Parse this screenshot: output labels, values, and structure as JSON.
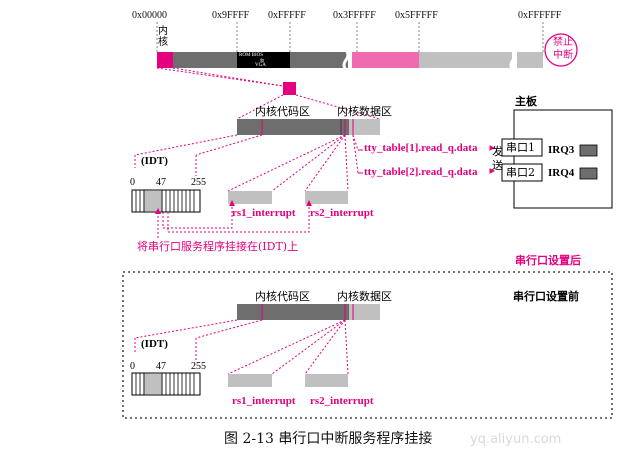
{
  "memory_bar": {
    "addresses": [
      "0x00000",
      "0x9FFFF",
      "0xFFFFF",
      "0x3FFFFF",
      "0x5FFFFF",
      "0xFFFFFF"
    ],
    "kernel_label": "内核",
    "rom_label": "ROM BIOS\n和\nVGA",
    "rom_line1": "ROM BIOS",
    "rom_line2": "和",
    "rom_line3": "VGA",
    "no_interrupt_badge_line1": "禁止",
    "no_interrupt_badge_line2": "中断"
  },
  "after": {
    "kernel_code_label": "内核代码区",
    "kernel_data_label": "内核数据区",
    "idt_label": "(IDT)",
    "idt_idx_0": "0",
    "idt_idx_47": "47",
    "idt_idx_255": "255",
    "rs1_label": "rs1_interrupt",
    "rs2_label": "rs2_interrupt",
    "tty1_label": "tty_table[1].read_q.data",
    "tty2_label": "tty_table[2].read_q.data",
    "send_label_1": "发",
    "send_label_2": "送",
    "mainboard_label": "主板",
    "port1_label": "串口1",
    "port2_label": "串口2",
    "irq3_label": "IRQ3",
    "irq4_label": "IRQ4",
    "hook_note": "将串行口服务程序挂接在(IDT)上",
    "panel_title": "串行口设置后"
  },
  "before": {
    "panel_title": "串行口设置前",
    "kernel_code_label": "内核代码区",
    "kernel_data_label": "内核数据区",
    "idt_label": "(IDT)",
    "idt_idx_0": "0",
    "idt_idx_47": "47",
    "idt_idx_255": "255",
    "rs1_label": "rs1_interrupt",
    "rs2_label": "rs2_interrupt"
  },
  "caption": "图 2-13    串行口中断服务程序挂接",
  "watermark": "yq.aliyun.com",
  "colors": {
    "magenta": "#e4007f",
    "pink": "#f06ab0",
    "dark_gray": "#6e6e6e",
    "light_gray": "#c0c0c0",
    "black": "#000000"
  }
}
